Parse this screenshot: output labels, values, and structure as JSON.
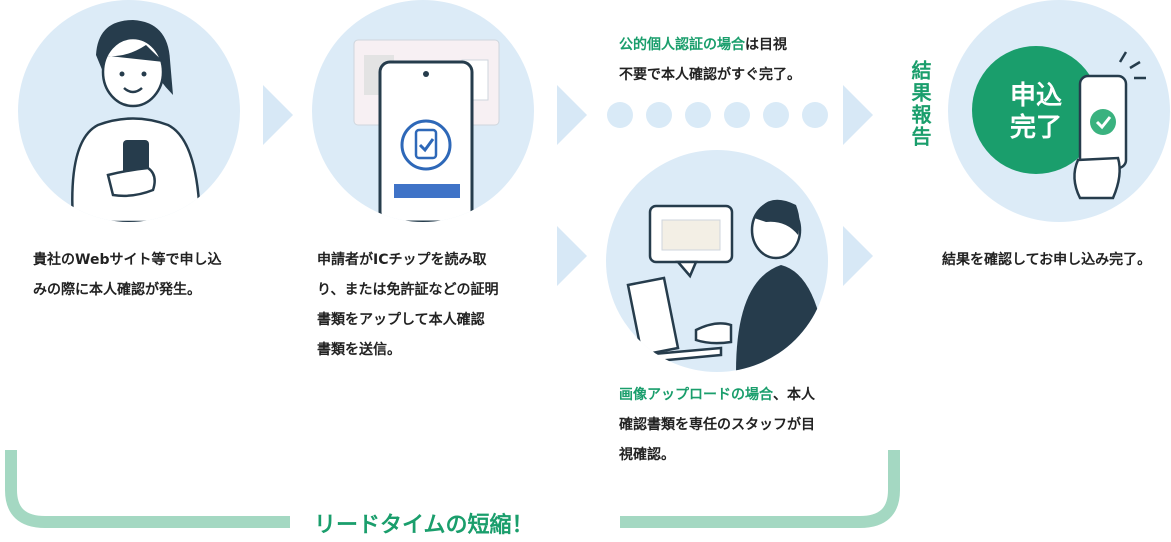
{
  "steps": [
    {
      "lines": [
        "貴社のWebサイト等で申し込",
        "みの際に本人確認が発生。"
      ]
    },
    {
      "lines": [
        "申請者がICチップを読み取",
        "り、または免許証などの証明",
        "書類をアップして本人確認",
        "書類を送信。"
      ]
    },
    {
      "top": {
        "highlight": "公的個人認証の場合",
        "rest": "は目視",
        "line2": "不要で本人確認がすぐ完了。"
      }
    },
    {
      "bottom": {
        "highlight": "画像アップロードの場合",
        "rest": "、本人",
        "line2": "確認書類を専任のスタッフが目",
        "line3": "視確認。"
      }
    },
    {
      "lines": [
        "結果を確認してお申し込み完了。"
      ]
    }
  ],
  "result_label": "結果報告",
  "badge": {
    "line1": "申込",
    "line2": "完了"
  },
  "footer": "リードタイムの短縮！",
  "colors": {
    "circle": "#dcebf7",
    "arrow": "#d7e8f6",
    "accent": "#1a9e6c",
    "bracket": "#a4d8c2"
  }
}
